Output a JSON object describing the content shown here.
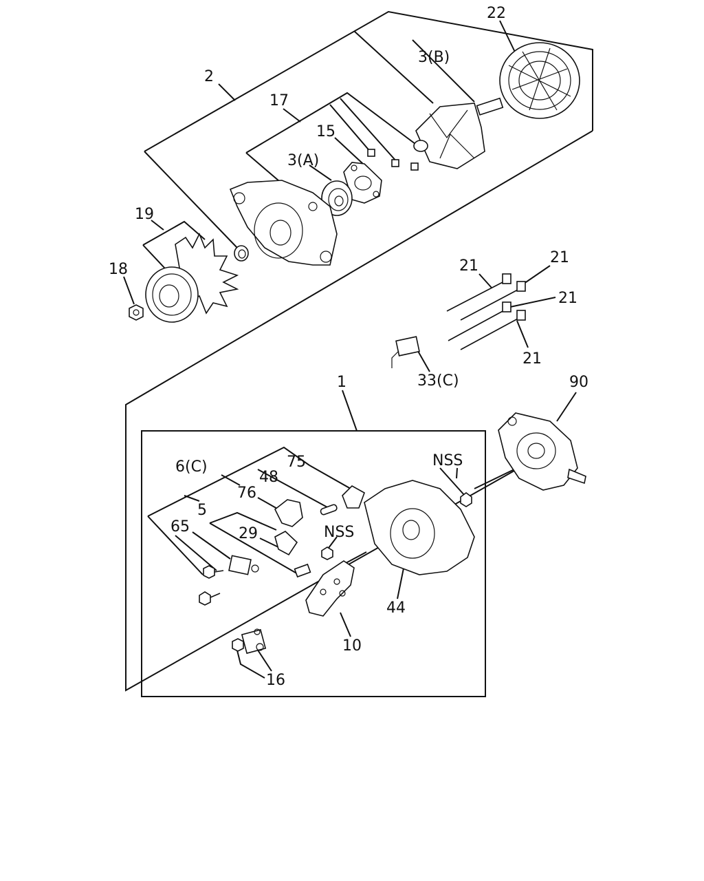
{
  "labels": {
    "l2": "2",
    "l22": "22",
    "l3b": "3(B)",
    "l17": "17",
    "l15": "15",
    "l3a": "3(A)",
    "l19": "19",
    "l18": "18",
    "l21a": "21",
    "l21b": "21",
    "l21c": "21",
    "l21d": "21",
    "l33c": "33(C)",
    "l1": "1",
    "l90": "90",
    "l6c": "6(C)",
    "l75": "75",
    "l48": "48",
    "l76": "76",
    "l5": "5",
    "l65": "65",
    "l29": "29",
    "lnss1": "NSS",
    "lnss2": "NSS",
    "l44": "44",
    "l10": "10",
    "l16": "16"
  },
  "colors": {
    "ink": "#111111",
    "paper": "#ffffff"
  }
}
